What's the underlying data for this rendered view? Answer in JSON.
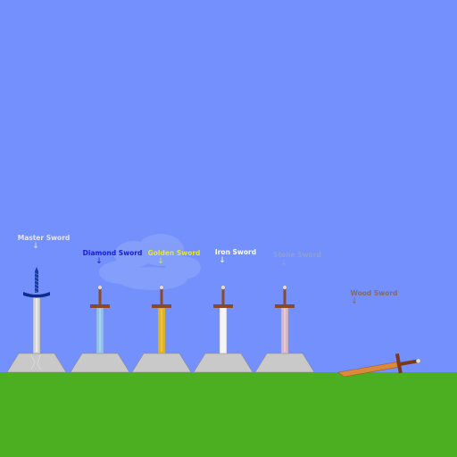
{
  "colors": {
    "sky": "#7390fd",
    "grass": "#4caf22",
    "stone": "#c9c9c9",
    "cloud": "#8aa3fb"
  },
  "swords": [
    {
      "id": "master",
      "label": "Master Sword",
      "label_color": "#e4e4ff",
      "blade": "#d4d4d4",
      "guard": "#0c2d8c",
      "handle": "#1b3b9c"
    },
    {
      "id": "diamond",
      "label": "Diamond Sword",
      "label_color": "#1b1bd8",
      "blade": "#8ec3f0",
      "guard": "#8a4a2a",
      "handle": "#8a4a2a"
    },
    {
      "id": "golden",
      "label": "Golden Sword",
      "label_color": "#e5e43a",
      "blade": "#e4b41a",
      "guard": "#8a4a2a",
      "handle": "#8a4a2a"
    },
    {
      "id": "iron",
      "label": "Iron Sword",
      "label_color": "#ffffff",
      "blade": "#f4f4f4",
      "guard": "#8a4a2a",
      "handle": "#8a4a2a"
    },
    {
      "id": "stone",
      "label": "Stone Sword",
      "label_color": "#8d9fd8",
      "blade": "#d8b8c8",
      "guard": "#8a4a2a",
      "handle": "#8a4a2a"
    },
    {
      "id": "wood",
      "label": "Wood Sword",
      "label_color": "#8a6a5a",
      "blade": "#d98a3a",
      "guard": "#7a3a1a",
      "handle": "#7a3a1a"
    }
  ],
  "arrow_glyph": "↓"
}
